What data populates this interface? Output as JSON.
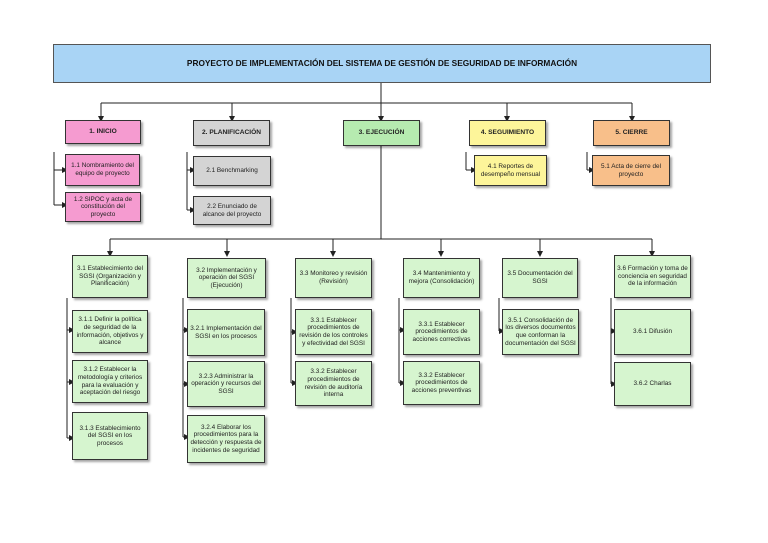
{
  "title": "PROYECTO DE IMPLEMENTACIÓN DEL SISTEMA DE GESTIÓN DE SEGURIDAD DE INFORMACIÓN",
  "phases": {
    "inicio": {
      "label": "1. INICIO",
      "items": [
        "1.1 Nombramiento del equipo de proyecto",
        "1.2 SIPOC y acta de constitución del proyecto"
      ]
    },
    "planificacion": {
      "label": "2. PLANIFICACIÓN",
      "items": [
        "2.1 Benchmarking",
        "2.2 Enunciado de alcance del proyecto"
      ]
    },
    "ejecucion": {
      "label": "3. EJECUCIÓN",
      "groups": [
        {
          "label": "3.1 Establecimiento del SGSI (Organización y Planificación)",
          "items": [
            "3.1.1 Definir la política de seguridad de la información, objetivos y alcance",
            "3.1.2 Establecer la metodología y criterios para la evaluación y aceptación del riesgo",
            "3.1.3 Establecimiento del SGSI en los procesos"
          ]
        },
        {
          "label": "3.2 Implementación y operación del SGSI (Ejecución)",
          "items": [
            "3.2.1 Implementación del SGSI en los procesos",
            "3.2.3 Administrar la operación y recursos del SGSI",
            "3.2.4 Elaborar los procedimientos para la detección y respuesta de incidentes de seguridad"
          ]
        },
        {
          "label": "3.3 Monitoreo y revisión (Revisión)",
          "items": [
            "3.3.1 Establecer procedimientos de revisión de los controles y efectividad del SGSI",
            "3.3.2 Establecer procedimientos de revisión de auditoría interna"
          ]
        },
        {
          "label": "3.4 Mantenimiento y mejora (Consolidación)",
          "items": [
            "3.3.1 Establecer procedimientos de acciones correctivas",
            "3.3.2 Establecer procedimientos de acciones preventivas"
          ]
        },
        {
          "label": "3.5 Documentación del SGSI",
          "items": [
            "3.5.1 Consolidación de los diversos documentos que conforman la documentación del SGSI"
          ]
        },
        {
          "label": "3.6 Formación y toma de conciencia en seguridad de la información",
          "items": [
            "3.6.1 Difusión",
            "3.6.2 Charlas"
          ]
        }
      ]
    },
    "seguimiento": {
      "label": "4. SEGUIMIENTO",
      "items": [
        "4.1 Reportes de desempeño mensual"
      ]
    },
    "cierre": {
      "label": "5. CIERRE",
      "items": [
        "5.1 Acta de cierre del proyecto"
      ]
    }
  }
}
